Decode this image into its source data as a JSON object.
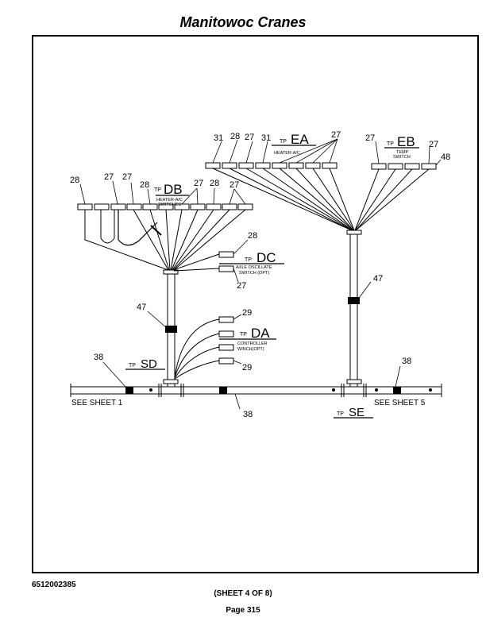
{
  "header": {
    "title": "Manitowoc Cranes"
  },
  "footer": {
    "doc_number": "6512002385",
    "sheet": "(SHEET 4 OF 8)",
    "page": "Page 315"
  },
  "diagram": {
    "tp_prefix": "TP",
    "panels": {
      "DB": {
        "code": "DB",
        "desc1": "HEATER-A/C",
        "desc2": "SWITCHES"
      },
      "DC": {
        "code": "DC",
        "desc1": "AXLE OSCILLATE",
        "desc2": "SWITCH (OPT)"
      },
      "DA": {
        "code": "DA",
        "desc1": "CONTROLLER",
        "desc2": "WINCH(OPT)"
      },
      "EA": {
        "code": "EA",
        "desc1": "HEATER-A/C"
      },
      "EB": {
        "code": "EB",
        "desc1": "TEMP",
        "desc2": "SWITCH"
      },
      "SD": {
        "code": "SD"
      },
      "SE": {
        "code": "SE"
      }
    },
    "see_sheet_left": "SEE SHEET 1",
    "see_sheet_right": "SEE SHEET 5",
    "callouts": {
      "db_28a": "28",
      "db_27a": "27",
      "db_27b": "27",
      "db_28b": "28",
      "db_27c": "27",
      "db_28c": "28",
      "db_27d": "27",
      "dc_28": "28",
      "dc_27": "27",
      "da_29a": "29",
      "da_29b": "29",
      "ea_31a": "31",
      "ea_28": "28",
      "ea_27a": "27",
      "ea_31b": "31",
      "ea_27top": "27",
      "eb_27a": "27",
      "eb_27b": "27",
      "eb_48": "48",
      "left_47": "47",
      "right_47": "47",
      "left_38": "38",
      "right_38": "38",
      "mid_38": "38"
    }
  }
}
